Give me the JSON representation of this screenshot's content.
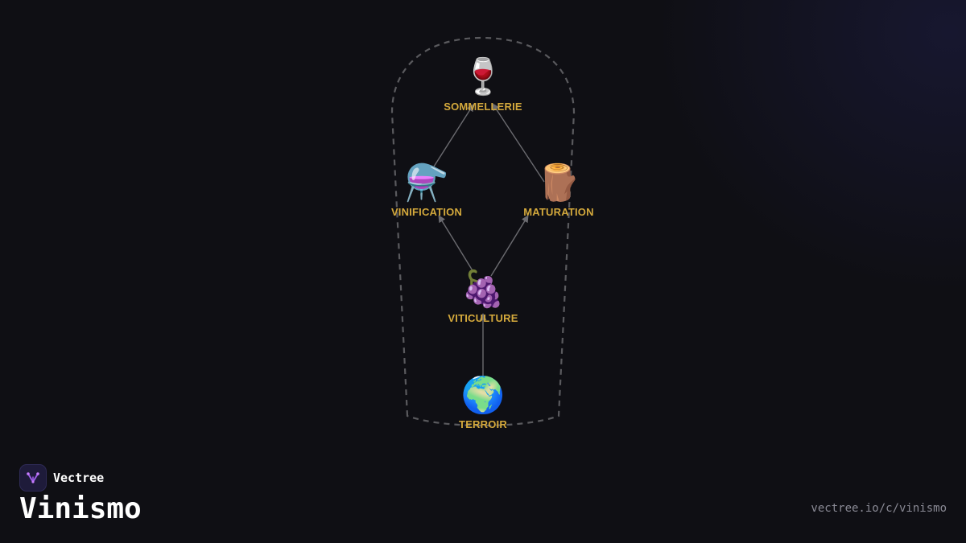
{
  "colors": {
    "background": "#0f0f14",
    "label": "#d4a93c",
    "edge": "#6b6b70",
    "boundary": "#5a5a5e"
  },
  "diagram": {
    "nodes": [
      {
        "id": "sommellerie",
        "label": "SOMMELLERIE",
        "icon": "🍷",
        "icon_name": "wine-glass-icon"
      },
      {
        "id": "vinification",
        "label": "VINIFICATION",
        "icon": "⚗️",
        "icon_name": "alembic-icon"
      },
      {
        "id": "maturation",
        "label": "MATURATION",
        "icon": "🪵",
        "icon_name": "wood-log-icon"
      },
      {
        "id": "viticulture",
        "label": "VITICULTURE",
        "icon": "🍇",
        "icon_name": "grapes-icon"
      },
      {
        "id": "terroir",
        "label": "TERROIR",
        "icon": "🌍",
        "icon_name": "globe-icon"
      }
    ],
    "edges": [
      {
        "from": "terroir",
        "to": "viticulture"
      },
      {
        "from": "viticulture",
        "to": "vinification"
      },
      {
        "from": "viticulture",
        "to": "maturation"
      },
      {
        "from": "vinification",
        "to": "sommellerie"
      },
      {
        "from": "maturation",
        "to": "sommellerie"
      }
    ]
  },
  "brand": {
    "name": "Vectree",
    "logo_icon": "vectree-logo-icon"
  },
  "page": {
    "title": "Vinismo",
    "url": "vectree.io/c/vinismo"
  }
}
